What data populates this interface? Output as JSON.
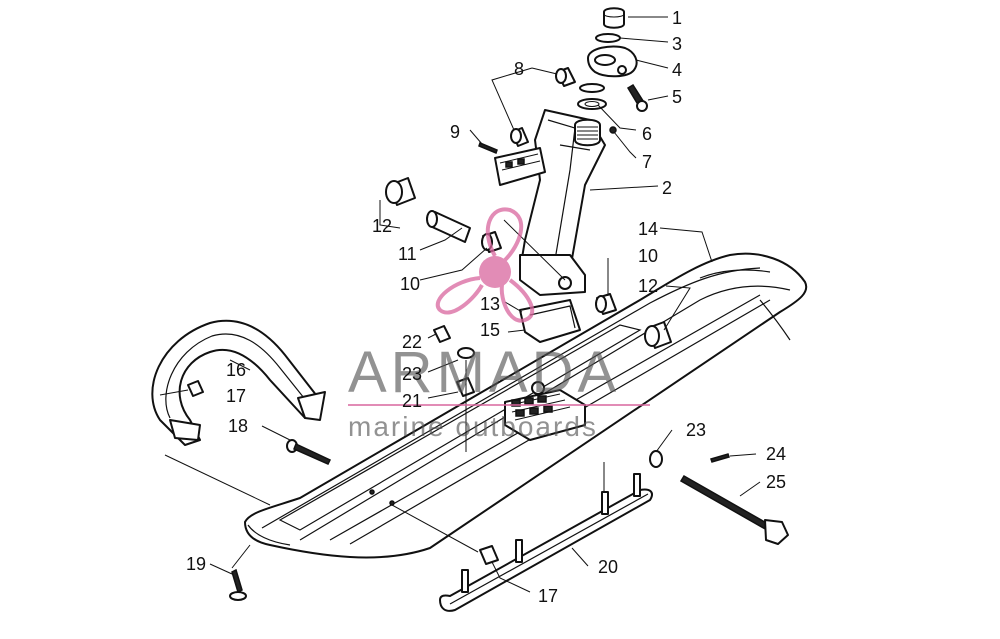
{
  "callouts": [
    {
      "id": "1",
      "label": "1"
    },
    {
      "id": "3",
      "label": "3"
    },
    {
      "id": "4",
      "label": "4"
    },
    {
      "id": "5",
      "label": "5"
    },
    {
      "id": "8",
      "label": "8"
    },
    {
      "id": "6",
      "label": "6"
    },
    {
      "id": "9",
      "label": "9"
    },
    {
      "id": "7",
      "label": "7"
    },
    {
      "id": "2",
      "label": "2"
    },
    {
      "id": "14",
      "label": "14"
    },
    {
      "id": "12a",
      "label": "12"
    },
    {
      "id": "11",
      "label": "11"
    },
    {
      "id": "10a",
      "label": "10"
    },
    {
      "id": "10b",
      "label": "10"
    },
    {
      "id": "12b",
      "label": "12"
    },
    {
      "id": "13",
      "label": "13"
    },
    {
      "id": "15",
      "label": "15"
    },
    {
      "id": "16",
      "label": "16"
    },
    {
      "id": "22",
      "label": "22"
    },
    {
      "id": "17a",
      "label": "17"
    },
    {
      "id": "23a",
      "label": "23"
    },
    {
      "id": "21",
      "label": "21"
    },
    {
      "id": "18",
      "label": "18"
    },
    {
      "id": "23b",
      "label": "23"
    },
    {
      "id": "24",
      "label": "24"
    },
    {
      "id": "25",
      "label": "25"
    },
    {
      "id": "19",
      "label": "19"
    },
    {
      "id": "20",
      "label": "20"
    },
    {
      "id": "17b",
      "label": "17"
    }
  ],
  "watermark": {
    "brand": "ARMADA",
    "tagline": "marine outboards",
    "accent_color": "#d9669e",
    "text_color": "#555555"
  }
}
